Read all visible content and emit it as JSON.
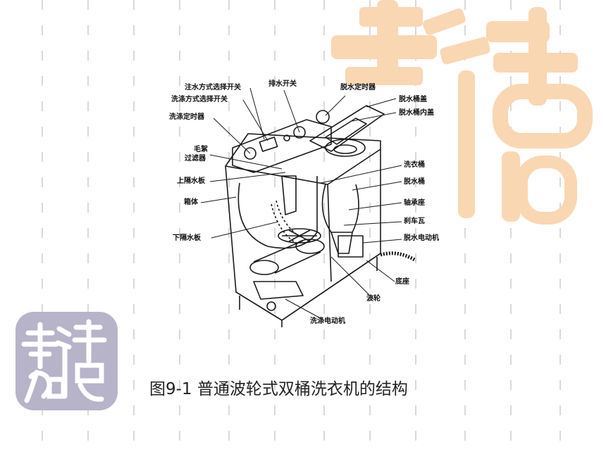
{
  "labels": {
    "zhushui_switch": "注水方式选择开关",
    "xidi_switch": "洗涤方式选择开关",
    "xidi_timer": "洗涤定时器",
    "maoxu_filter_1": "毛絮",
    "maoxu_filter_2": "过滤器",
    "upper_plate": "上隔水板",
    "box_body": "箱体",
    "lower_plate": "下隔水板",
    "drain_switch": "排水开关",
    "spin_timer": "脱水定时器",
    "spin_lid": "脱水桶盖",
    "spin_inner_lid": "脱水桶内盖",
    "wash_tub": "洗衣桶",
    "spin_tub": "脱水桶",
    "bearing_seat": "轴承座",
    "brake_shoe": "刹车瓦",
    "spin_motor": "脱水电动机",
    "base": "底座",
    "pulsator": "波轮",
    "wash_motor": "洗涤电动机"
  },
  "caption": "图9-1 普通波轮式双桶洗衣机的结构",
  "colors": {
    "grid_line": "#d9d9d9",
    "seal_orange": "#f9d7b3",
    "seal_purple": "#b7b3c9",
    "ink": "#1a1a1a"
  }
}
